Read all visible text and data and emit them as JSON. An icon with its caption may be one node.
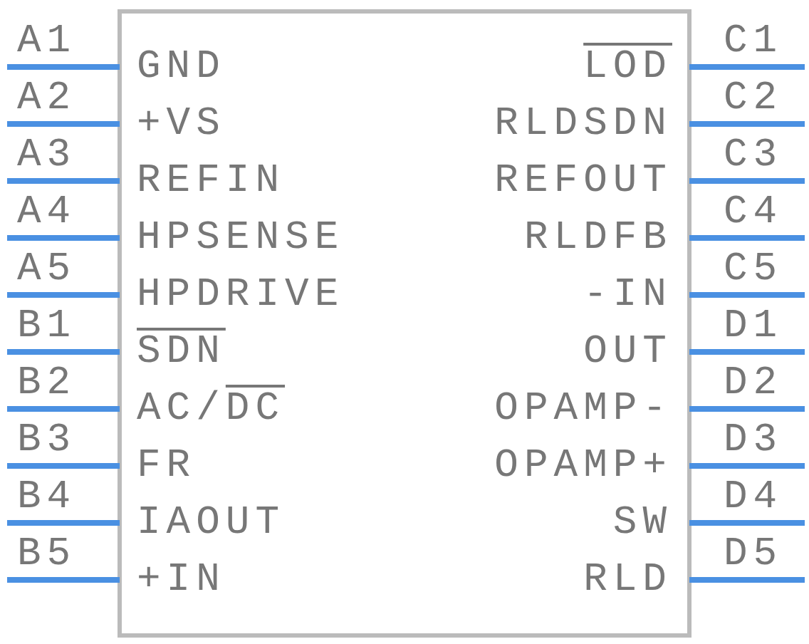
{
  "diagram": {
    "nodes": [
      {
        "text": [],
        "shape": "box"
      }
    ],
    "edges": [],
    "labels": [
      "A1",
      "GND",
      "LOD",
      "C1",
      "A2",
      "+VS",
      "RLDSDN",
      "C2",
      "A3",
      "REFIN",
      "REFOUT",
      "C3",
      "A4",
      "HPSENSE",
      "RLDFB",
      "C4",
      "A5",
      "HPDRIVE",
      "-IN",
      "C5",
      "B1",
      "SDN",
      "OUT",
      "D1",
      "B2",
      "AC/DC",
      "OPAMP-",
      "D2",
      "B3",
      "FR",
      "OPAMP+",
      "D3",
      "B4",
      "IAOUT",
      "SW",
      "D4",
      "B5",
      "+IN",
      "RLD",
      "D5"
    ]
  }
}
